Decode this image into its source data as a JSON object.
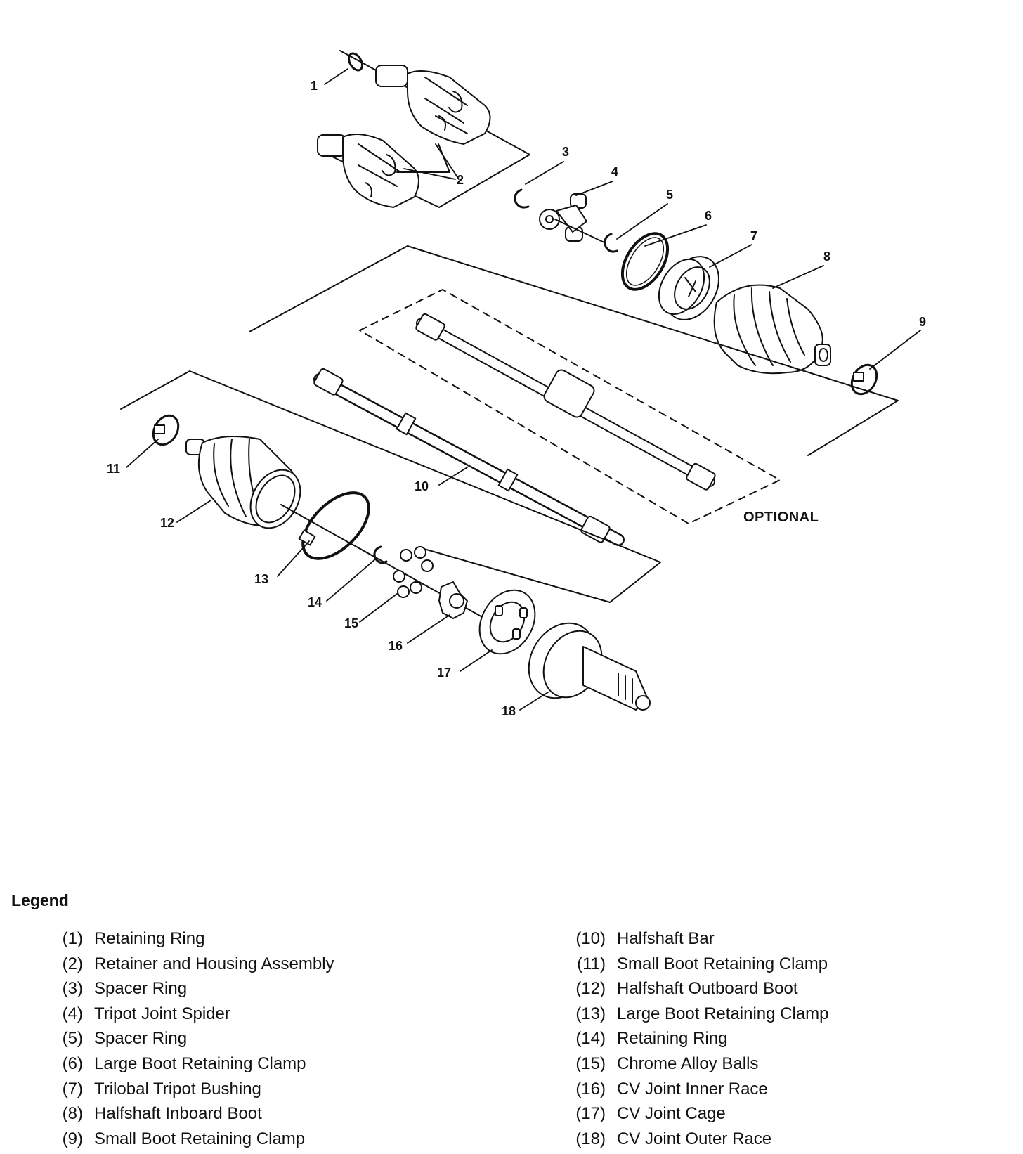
{
  "diagram": {
    "callouts": [
      {
        "id": "1",
        "label": "1"
      },
      {
        "id": "2",
        "label": "2"
      },
      {
        "id": "3",
        "label": "3"
      },
      {
        "id": "4",
        "label": "4"
      },
      {
        "id": "5",
        "label": "5"
      },
      {
        "id": "6",
        "label": "6"
      },
      {
        "id": "7",
        "label": "7"
      },
      {
        "id": "8",
        "label": "8"
      },
      {
        "id": "9",
        "label": "9"
      },
      {
        "id": "10",
        "label": "10"
      },
      {
        "id": "11",
        "label": "11"
      },
      {
        "id": "12",
        "label": "12"
      },
      {
        "id": "13",
        "label": "13"
      },
      {
        "id": "14",
        "label": "14"
      },
      {
        "id": "15",
        "label": "15"
      },
      {
        "id": "16",
        "label": "16"
      },
      {
        "id": "17",
        "label": "17"
      },
      {
        "id": "18",
        "label": "18"
      }
    ],
    "optional_label": "OPTIONAL"
  },
  "legend": {
    "title": "Legend",
    "items": [
      {
        "num": "(1)",
        "text": "Retaining Ring"
      },
      {
        "num": "(2)",
        "text": "Retainer and Housing Assembly"
      },
      {
        "num": "(3)",
        "text": "Spacer Ring"
      },
      {
        "num": "(4)",
        "text": "Tripot Joint Spider"
      },
      {
        "num": "(5)",
        "text": "Spacer Ring"
      },
      {
        "num": "(6)",
        "text": "Large Boot Retaining Clamp"
      },
      {
        "num": "(7)",
        "text": "Trilobal Tripot Bushing"
      },
      {
        "num": "(8)",
        "text": "Halfshaft Inboard Boot"
      },
      {
        "num": "(9)",
        "text": "Small Boot Retaining Clamp"
      },
      {
        "num": "(10)",
        "text": "Halfshaft Bar"
      },
      {
        "num": "(11)",
        "text": "Small Boot Retaining Clamp"
      },
      {
        "num": "(12)",
        "text": "Halfshaft Outboard Boot"
      },
      {
        "num": "(13)",
        "text": "Large Boot Retaining Clamp"
      },
      {
        "num": "(14)",
        "text": "Retaining Ring"
      },
      {
        "num": "(15)",
        "text": "Chrome Alloy Balls"
      },
      {
        "num": "(16)",
        "text": "CV Joint Inner Race"
      },
      {
        "num": "(17)",
        "text": "CV Joint Cage"
      },
      {
        "num": "(18)",
        "text": "CV Joint Outer Race"
      }
    ]
  }
}
